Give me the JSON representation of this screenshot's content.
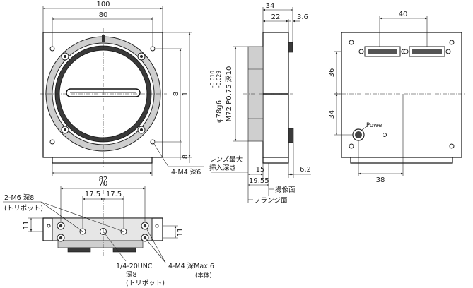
{
  "front_view": {
    "dim_width": "100",
    "dim_inner": "80",
    "dim_lower": "82",
    "dim_v_inner": "8",
    "dim_v_outer": "1",
    "dim_corner": "8",
    "hole_note": "4-M4 深6"
  },
  "side_view": {
    "dim_depth": "34",
    "dim_22": "22",
    "dim_3_6": "3.6",
    "tol_upper": "-0.010",
    "tol_lower": "-0.029",
    "dia_label": "φ78g6",
    "thread_label": "M72 P0.75 深10",
    "lens_label_1": "レンズ最大",
    "lens_label_2": "挿入深さ",
    "dim_15": "15",
    "dim_6_2": "6.2",
    "dim_19_55": "19.55",
    "image_plane": "撮像面",
    "flange_plane": "フランジ面"
  },
  "rear_view": {
    "dim_40": "40",
    "dim_36": "36",
    "dim_34": "34",
    "dim_38": "38",
    "power_label": "Power"
  },
  "bottom_view": {
    "dim_70": "70",
    "dim_17_5_a": "17.5",
    "dim_17_5_b": "17.5",
    "dim_11_left": "11",
    "dim_11_right": "11",
    "note_m6": "2-M6 深8",
    "note_m6_sub": "(トリポット)",
    "note_unc": "1/4-20UNC",
    "note_unc_depth": "深8",
    "note_unc_sub": "(トリポット)",
    "note_m4": "4-M4 深Max.6",
    "note_m4_sub": "(本体)"
  }
}
